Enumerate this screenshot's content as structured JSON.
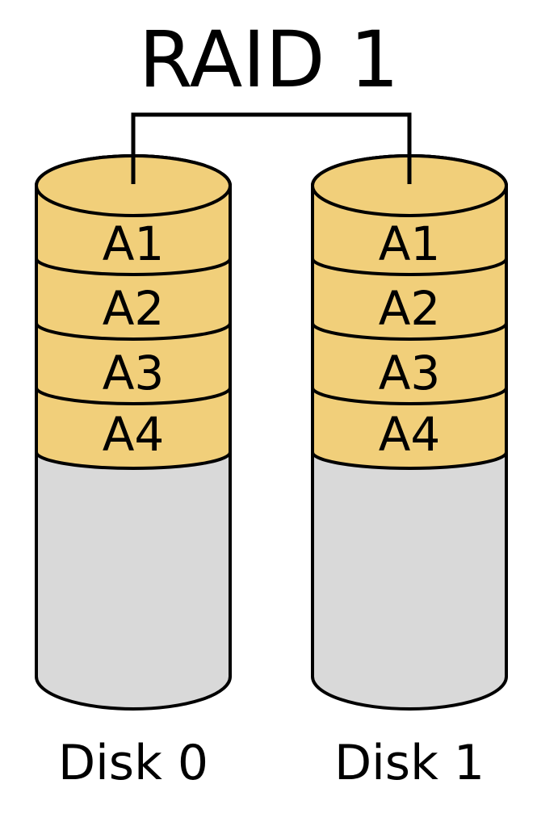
{
  "title": "RAID 1",
  "colors": {
    "block_fill": "#F1CF7A",
    "free_fill": "#D9D9D9",
    "stroke": "#000000",
    "text": "#000000",
    "background": "#FFFFFF"
  },
  "disks": [
    {
      "name": "Disk 0",
      "blocks": [
        "A1",
        "A2",
        "A3",
        "A4"
      ]
    },
    {
      "name": "Disk 1",
      "blocks": [
        "A1",
        "A2",
        "A3",
        "A4"
      ]
    }
  ]
}
